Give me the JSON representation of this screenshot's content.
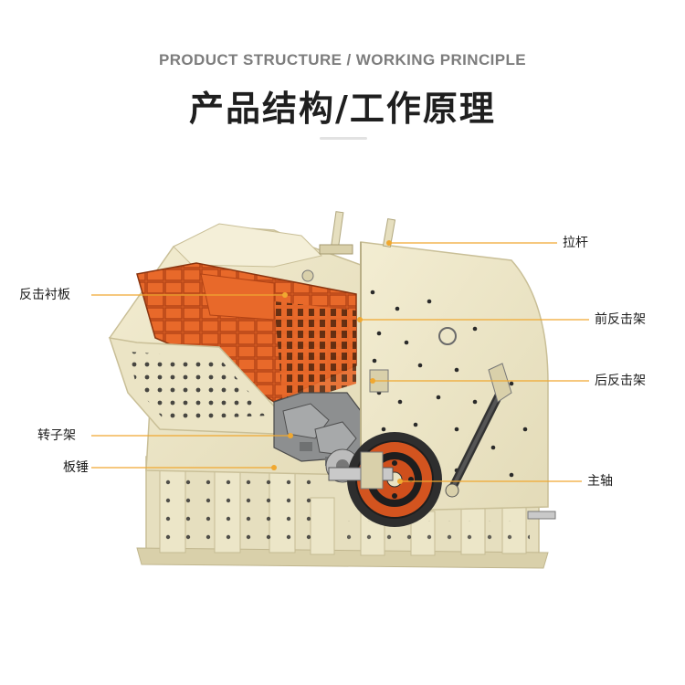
{
  "header": {
    "subtitle": "PRODUCT STRUCTURE / WORKING PRINCIPLE",
    "title": "产品结构/工作原理"
  },
  "labels": {
    "pull_rod": "拉杆",
    "impact_liner": "反击衬板",
    "front_impact_frame": "前反击架",
    "rear_impact_frame": "后反击架",
    "rotor_frame": "转子架",
    "blow_bar": "板锤",
    "main_shaft": "主轴"
  },
  "colors": {
    "machine_body": "#eee7c9",
    "machine_shadow": "#d9d0aa",
    "liner_orange": "#e8692a",
    "liner_dark_orange": "#b24315",
    "rotor_gray": "#8d8f90",
    "leader_line": "#f0a830",
    "flywheel_dark": "#2e2e2e"
  }
}
